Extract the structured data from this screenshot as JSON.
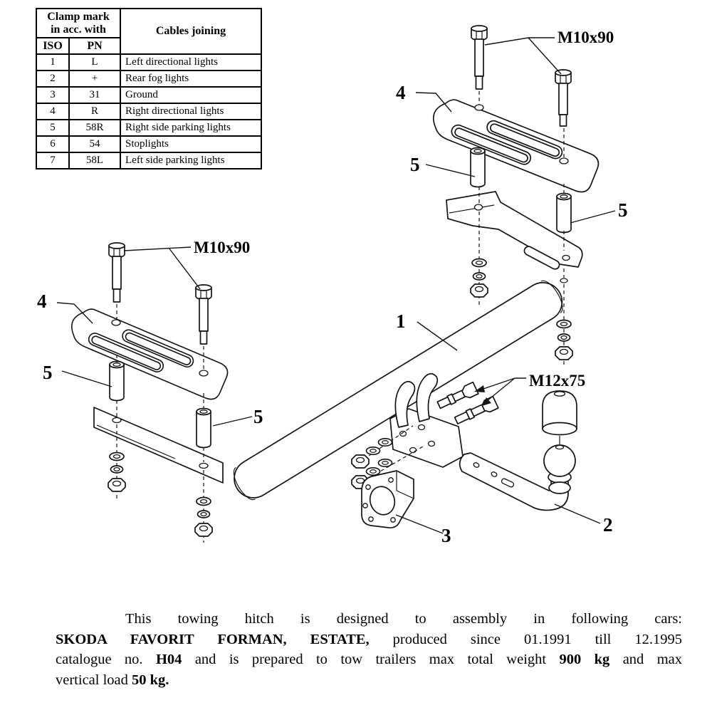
{
  "table": {
    "header": {
      "line1": "Clamp mark",
      "line2": "in acc. with",
      "col_iso": "ISO",
      "col_pn": "PN",
      "col_cables": "Cables joining"
    },
    "rows": [
      [
        "1",
        "L",
        "Left directional lights"
      ],
      [
        "2",
        "+",
        "Rear fog lights"
      ],
      [
        "3",
        "31",
        "Ground"
      ],
      [
        "4",
        "R",
        "Right directional lights"
      ],
      [
        "5",
        "58R",
        "Right side parking lights"
      ],
      [
        "6",
        "54",
        "Stoplights"
      ],
      [
        "7",
        "58L",
        "Left side parking lights"
      ]
    ]
  },
  "diagram": {
    "labels": {
      "m10_top": "M10x90",
      "m10_left": "M10x90",
      "m12": "M12x75",
      "part1": "1",
      "part2": "2",
      "part3": "3",
      "part4_top": "4",
      "part4_left": "4",
      "part5_top": "5",
      "part5_right": "5",
      "part5_left": "5",
      "part5_left_b": "5"
    },
    "line_color": "#141414",
    "background": "#ffffff"
  },
  "footer": {
    "lines": [
      [
        {
          "t": "This towing hitch is designed to assembly in following cars:",
          "b": false
        }
      ],
      [
        {
          "t": "SKODA FAVORIT FORMAN, ESTATE,",
          "b": true
        },
        {
          "t": " produced since 01.1991 till 12.1995",
          "b": false
        }
      ],
      [
        {
          "t": "catalogue no. ",
          "b": false
        },
        {
          "t": "H04",
          "b": true
        },
        {
          "t": " and is prepared to tow trailers max total weight ",
          "b": false
        },
        {
          "t": "900 kg",
          "b": true
        },
        {
          "t": " and max",
          "b": false
        }
      ],
      [
        {
          "t": "vertical load ",
          "b": false
        },
        {
          "t": "50 kg.",
          "b": true
        }
      ]
    ]
  }
}
